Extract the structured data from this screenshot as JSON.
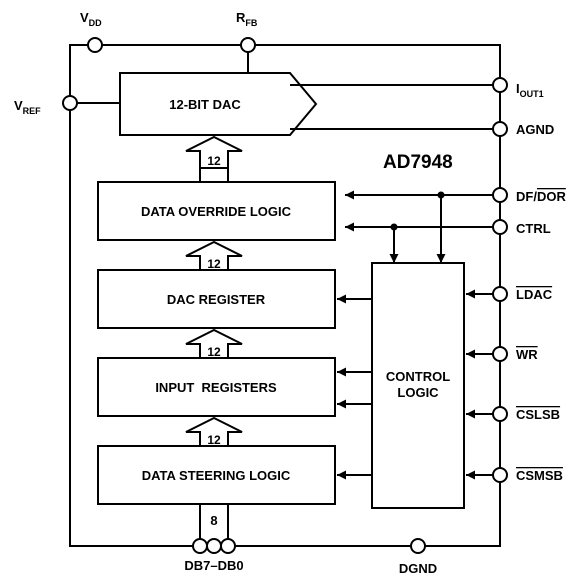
{
  "chip": {
    "name": "AD7948"
  },
  "pins": {
    "vdd": {
      "main": "V",
      "sub": "DD"
    },
    "rfb": {
      "main": "R",
      "sub": "FB"
    },
    "vref": {
      "main": "V",
      "sub": "REF"
    },
    "iout1": {
      "main": "I",
      "sub": "OUT1"
    },
    "agnd": "AGND",
    "df_dor": {
      "prefix": "DF/",
      "overbar": "DOR"
    },
    "ctrl": "CTRL",
    "ldac": "LDAC",
    "wr": "WR",
    "cslsb": "CSLSB",
    "csmsb": "CSMSB",
    "db": "DB7–DB0",
    "dgnd": "DGND"
  },
  "blocks": {
    "dac": "12-BIT DAC",
    "override": "DATA OVERRIDE LOGIC",
    "dac_register": "DAC REGISTER",
    "input_registers": "INPUT  REGISTERS",
    "steering": "DATA STEERING LOGIC",
    "control_line1": "CONTROL",
    "control_line2": "LOGIC"
  },
  "bus_widths": {
    "to_dac": "12",
    "to_override": "12",
    "to_dac_register": "12",
    "to_input_registers": "12",
    "input": "8"
  },
  "colors": {
    "line": "#000000",
    "fill": "#ffffff"
  }
}
